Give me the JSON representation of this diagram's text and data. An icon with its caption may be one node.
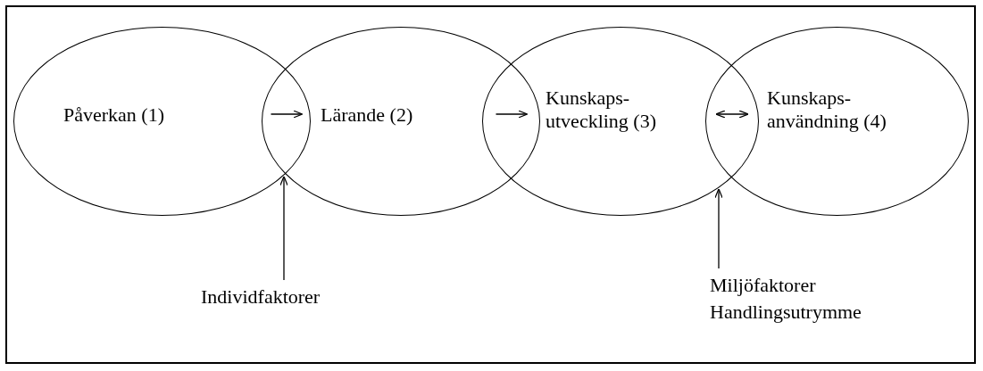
{
  "diagram": {
    "nodes": [
      {
        "text": [
          "Påverkan (1)"
        ]
      },
      {
        "text": [
          "Lärande (2)"
        ]
      },
      {
        "text": [
          "Kunskaps- utveckling (3)"
        ]
      },
      {
        "text": [
          "Kunskaps- användning (4)"
        ]
      },
      {
        "text": [
          "Individfaktorer"
        ]
      },
      {
        "text": [
          "Miljöfaktorer Handlingsutrymme"
        ]
      }
    ],
    "edges": [
      {
        "from": 0,
        "to": 1,
        "arrow": "to"
      },
      {
        "from": 1,
        "to": 2,
        "arrow": "to"
      },
      {
        "from": 2,
        "to": 3,
        "arrow": "both"
      },
      {
        "from": 4,
        "to": 0,
        "arrow": "to"
      },
      {
        "from": 4,
        "to": 1,
        "arrow": "to"
      },
      {
        "from": 5,
        "to": 2,
        "arrow": "to"
      },
      {
        "from": 5,
        "to": 3,
        "arrow": "to"
      }
    ]
  }
}
